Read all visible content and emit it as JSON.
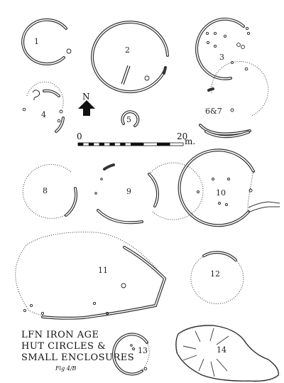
{
  "figure": {
    "sites": [
      {
        "label": "1"
      },
      {
        "label": "2"
      },
      {
        "label": "3"
      },
      {
        "label": "4"
      },
      {
        "label": "5"
      },
      {
        "label": "6&7"
      },
      {
        "label": "8"
      },
      {
        "label": "9"
      },
      {
        "label": "10"
      },
      {
        "label": "11"
      },
      {
        "label": "12"
      },
      {
        "label": "13"
      },
      {
        "label": "14"
      }
    ],
    "north_label": "N",
    "scale": {
      "start": "0",
      "end": "20",
      "unit": "m."
    },
    "title_lines": [
      "LFN IRON AGE",
      "HUT CIRCLES &",
      "SMALL ENCLOSURES"
    ],
    "fig_ref": "Fig 4/B"
  }
}
